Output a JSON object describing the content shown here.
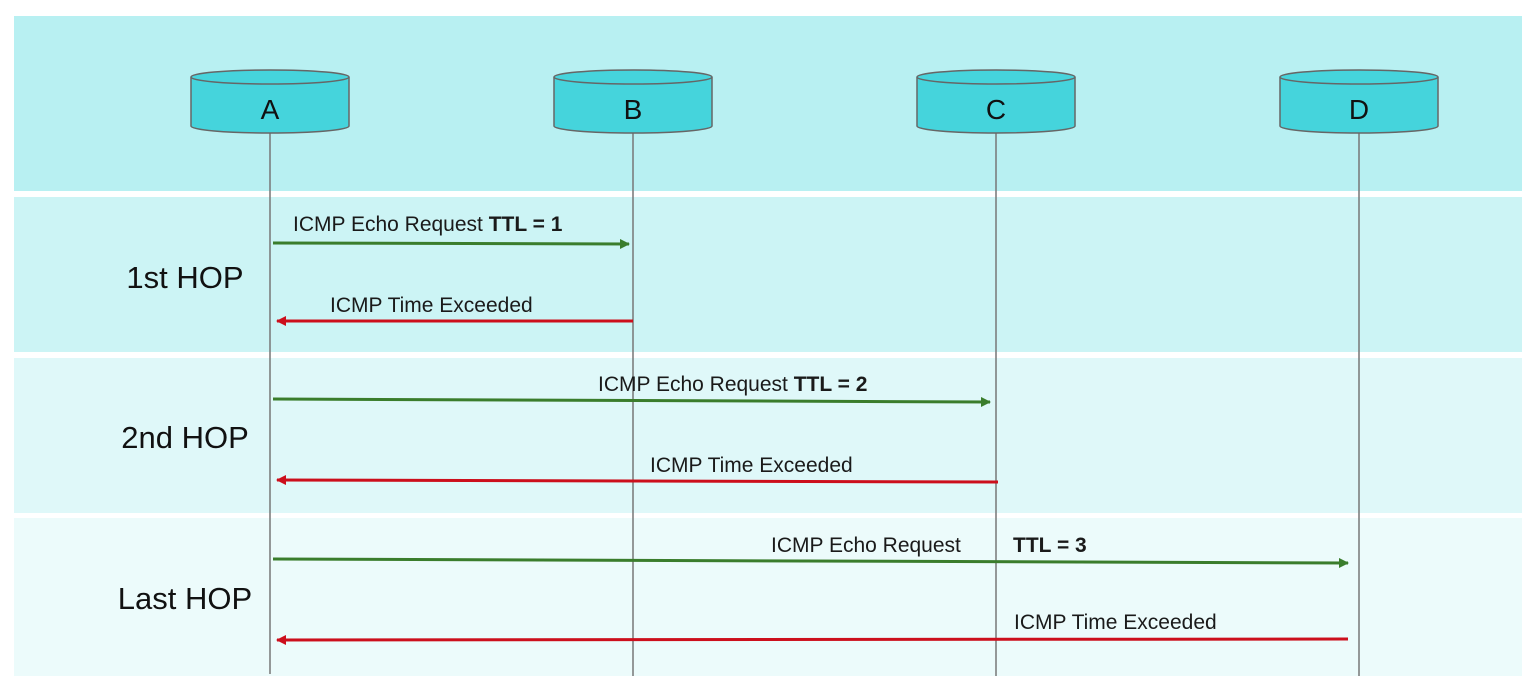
{
  "nodes": [
    "A",
    "B",
    "C",
    "D"
  ],
  "hops": [
    {
      "label": "1st HOP",
      "request": {
        "text": "ICMP Echo Request ",
        "ttl": "TTL = 1"
      },
      "reply": {
        "text": "ICMP Time Exceeded"
      }
    },
    {
      "label": "2nd HOP",
      "request": {
        "text": "ICMP Echo Request ",
        "ttl": "TTL = 2"
      },
      "reply": {
        "text": "ICMP Time Exceeded"
      }
    },
    {
      "label": "Last HOP",
      "request": {
        "text": "ICMP Echo Request",
        "ttl": "TTL = 3"
      },
      "reply": {
        "text": "ICMP Time Exceeded"
      }
    }
  ],
  "colors": {
    "request_arrow": "#3a7d2c",
    "reply_arrow": "#cc0f1c",
    "node_fill": "#45d4dc",
    "lifeline": "#777777"
  }
}
